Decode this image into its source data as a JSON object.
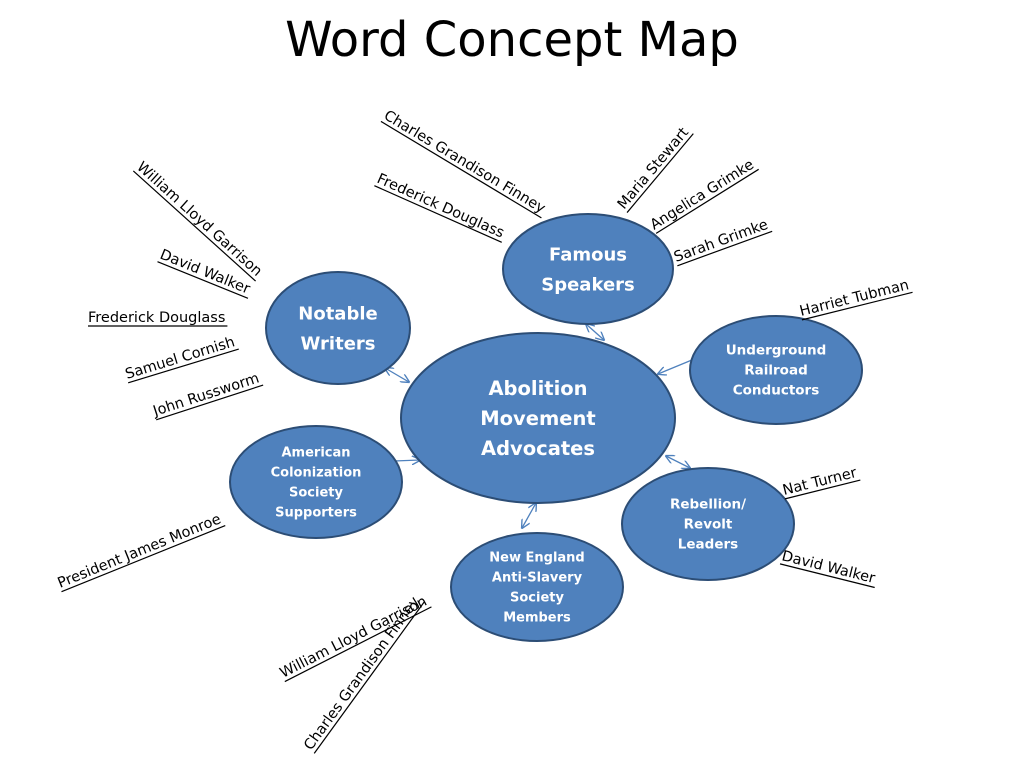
{
  "title": "Word Concept Map",
  "colors": {
    "node_fill": "#4f81bd",
    "node_stroke": "#2c4d75",
    "node_text": "#ffffff",
    "connector": "#4f81bd",
    "leaf_text": "#000000"
  },
  "center": {
    "lines": [
      "Abolition",
      "Movement",
      "Advocates"
    ]
  },
  "categories": [
    {
      "key": "famous-speakers",
      "lines": [
        "Famous",
        "Speakers"
      ],
      "members": [
        "Charles Grandison Finney",
        "Frederick Douglass",
        "Maria Stewart",
        "Angelica Grimke",
        "Sarah Grimke"
      ]
    },
    {
      "key": "notable-writers",
      "lines": [
        "Notable",
        "Writers"
      ],
      "members": [
        "William Lloyd Garrison",
        "David Walker",
        "Frederick Douglass",
        "Samuel Cornish",
        "John Russworm"
      ]
    },
    {
      "key": "underground-railroad-conductors",
      "lines": [
        "Underground",
        "Railroad",
        "Conductors"
      ],
      "members": [
        "Harriet Tubman"
      ]
    },
    {
      "key": "american-colonization-society-supporters",
      "lines": [
        "American",
        "Colonization",
        "Society",
        "Supporters"
      ],
      "members": [
        "President James Monroe"
      ]
    },
    {
      "key": "rebellion-revolt-leaders",
      "lines": [
        "Rebellion/",
        "Revolt",
        "Leaders"
      ],
      "members": [
        "Nat Turner",
        "David Walker"
      ]
    },
    {
      "key": "new-england-anti-slavery-society-members",
      "lines": [
        "New England",
        "Anti-Slavery",
        "Society",
        "Members"
      ],
      "members": [
        "William Lloyd Garrison",
        "Charles Grandison Finney"
      ]
    }
  ]
}
